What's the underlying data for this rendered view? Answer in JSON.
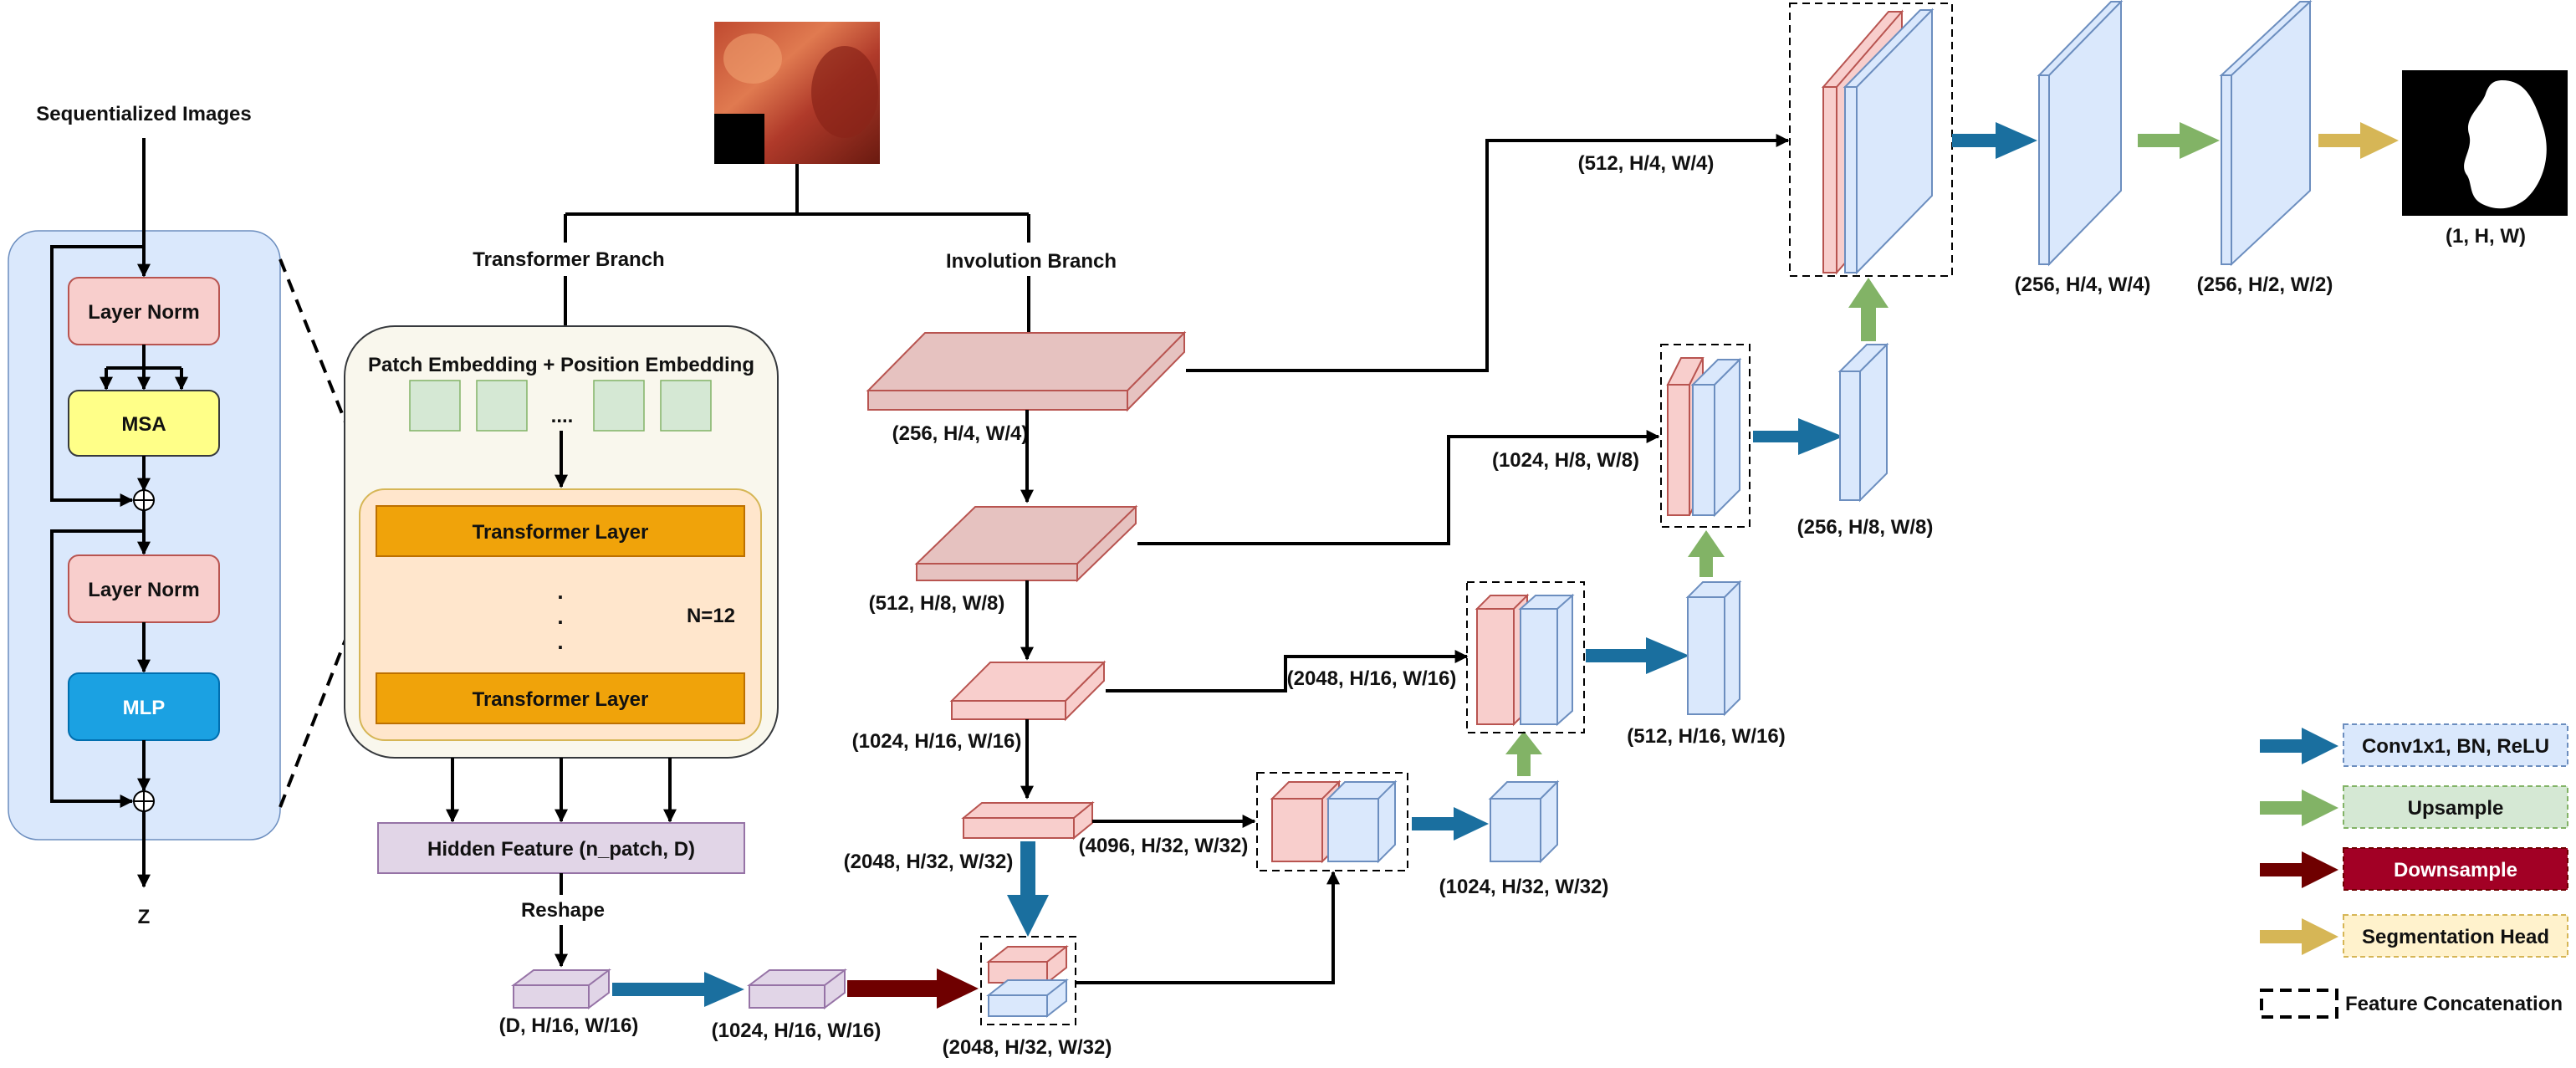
{
  "colors": {
    "conv": "#1a6f9f",
    "upsample": "#82b366",
    "downsample": "#6f0000",
    "seghead": "#d6b656",
    "red_fill": "#f8cecc",
    "red_stroke": "#b85450",
    "blue_fill": "#dae8fc",
    "blue_stroke": "#6c8ebf",
    "purple_fill": "#e1d5e7",
    "purple_stroke": "#9673a6",
    "layernorm_fill": "#f8cecc",
    "msa_fill": "#ffff88",
    "mlp_fill": "#1ba1e2",
    "transformer_layer_fill": "#f0a30a",
    "green_patch_fill": "#d5e8d4"
  },
  "encoder_block": {
    "input_label": "Sequentialized Images",
    "layer_norm_1": "Layer Norm",
    "msa": "MSA",
    "layer_norm_2": "Layer Norm",
    "mlp": "MLP",
    "output_label": "Z"
  },
  "transformer_branch": {
    "title": "Transformer Branch",
    "embedding_label": "Patch Embedding + Position Embedding",
    "patch_dots": "....",
    "layer_top": "Transformer Layer",
    "layer_bottom": "Transformer Layer",
    "vertical_dots": ". . .",
    "n_layers": "N=12",
    "hidden_feature": "Hidden Feature (n_patch, D)",
    "reshape": "Reshape",
    "shape_1": "(D, H/16, W/16)",
    "shape_2": "(1024, H/16, W/16)",
    "fused_shape": "(2048, H/32, W/32)"
  },
  "involution_branch": {
    "title": "Involution Branch",
    "stage_1": "(256, H/4, W/4)",
    "stage_2": "(512, H/8, W/8)",
    "stage_3": "(1024, H/16, W/16)",
    "stage_4": "(2048, H/32, W/32)"
  },
  "decoder": {
    "concat_1_in": "(4096, H/32, W/32)",
    "out_1": "(1024, H/32, W/32)",
    "concat_2_in": "(2048, H/16, W/16)",
    "out_2": "(512, H/16, W/16)",
    "concat_3_in": "(1024, H/8, W/8)",
    "out_3": "(256, H/8, W/8)",
    "concat_4_in": "(512, H/4, W/4)",
    "out_4": "(256, H/4, W/4)",
    "out_5": "(256, H/2, W/2)",
    "final": "(1, H, W)"
  },
  "legend": {
    "conv": "Conv1x1, BN, ReLU",
    "upsample": "Upsample",
    "downsample": "Downsample",
    "seghead": "Segmentation Head",
    "concat": "Feature Concatenation"
  }
}
